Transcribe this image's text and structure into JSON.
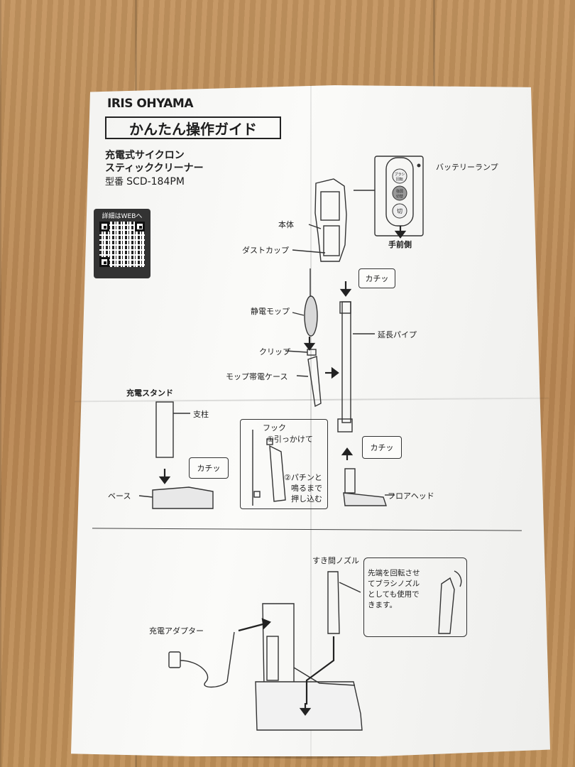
{
  "brand": "IRIS OHYAMA",
  "guide_title": "かんたん操作ガイド",
  "product_line1": "充電式サイクロン",
  "product_line2": "スティッククリーナー",
  "model_label": "型番",
  "model_number": "SCD-184PM",
  "qr_label": "詳細はWEBへ",
  "labels": {
    "battery_lamp": "バッテリーランプ",
    "front_side": "手前側",
    "body": "本体",
    "dust_cup": "ダストカップ",
    "click1": "カチッ",
    "static_mop": "静電モップ",
    "clip": "クリップ",
    "mop_case": "モップ帯電ケース",
    "extension_pipe": "延長パイプ",
    "charging_stand": "充電スタンド",
    "post": "支柱",
    "click2": "カチッ",
    "base": "ベース",
    "hook": "フック",
    "step1": "①引っかけて",
    "step2a": "②パチンと",
    "step2b": "鳴るまで",
    "step2c": "押し込む",
    "click3": "カチッ",
    "floor_head": "フロアヘッド",
    "crevice_nozzle": "すき間ノズル",
    "tip_line1": "先端を回転させ",
    "tip_line2": "てブラシノズル",
    "tip_line3": "としても使用で",
    "tip_line4": "きます。",
    "charging_adapter": "充電アダプター",
    "btn_top": "ブラシ\n回転",
    "btn_mid": "強弱\n切替",
    "btn_off": "切"
  }
}
